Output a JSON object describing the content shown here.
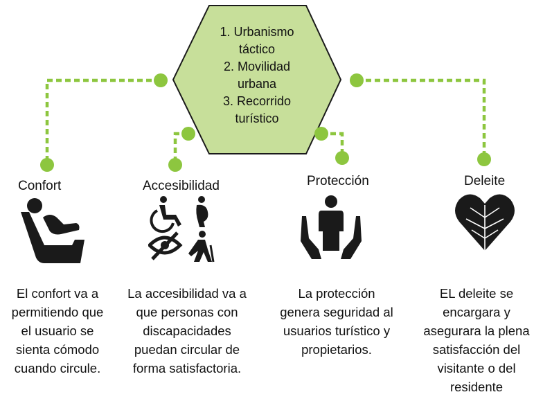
{
  "center": {
    "items": [
      "1. Urbanismo\ntáctico",
      "2.  Movilidad\nurbana",
      "3. Recorrido\nturístico"
    ]
  },
  "columns": [
    {
      "title": "Confort",
      "icon": "reclining-person-icon",
      "description": "El confort va a permitiendo que el usuario se sienta cómodo cuando circule."
    },
    {
      "title": "Accesibilidad",
      "icon": "accessibility-icons",
      "description": "La accesibilidad va a que personas con discapacidades puedan circular de forma satisfactoria."
    },
    {
      "title": "Protección",
      "icon": "protected-person-hands-icon",
      "description": "La protección genera seguridad al usuarios turístico y propietarios."
    },
    {
      "title": "Deleite",
      "icon": "leaf-heart-icon",
      "description": "EL deleite se encargara y asegurara la plena satisfacción del visitante o del residente"
    }
  ],
  "colors": {
    "accent": "#8dc63f",
    "hexagon_fill": "#c7df9a",
    "icon": "#1a1a1a"
  }
}
